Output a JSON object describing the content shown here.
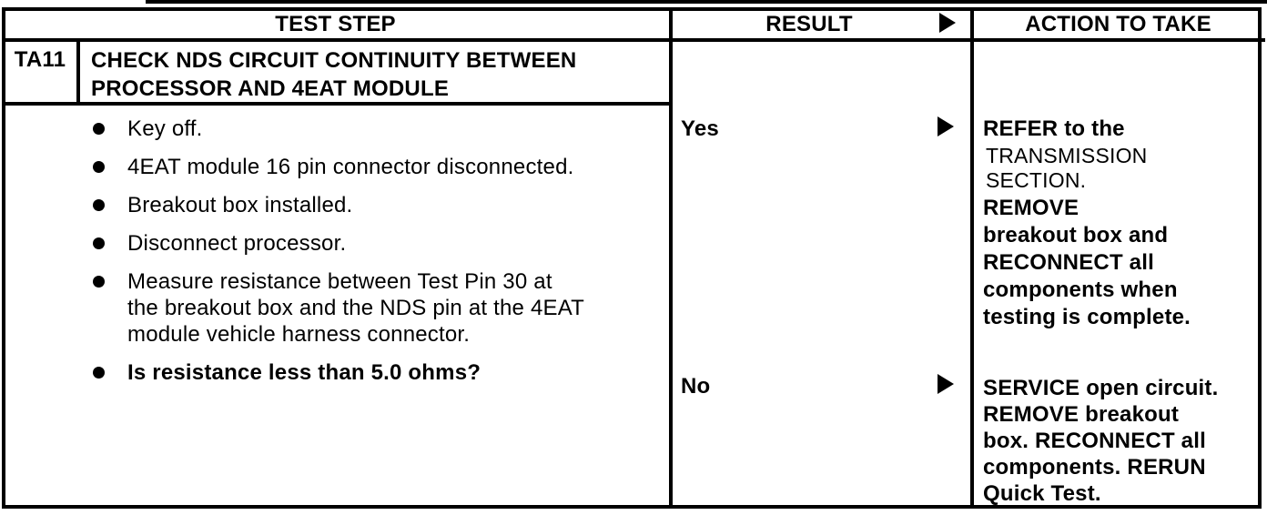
{
  "table": {
    "header": {
      "test_step": "TEST STEP",
      "result": "RESULT",
      "result_arrow_icon": "right-triangle",
      "action": "ACTION TO TAKE"
    },
    "step": {
      "id": "TA11",
      "title": "CHECK NDS CIRCUIT CONTINUITY BETWEEN\nPROCESSOR AND 4EAT MODULE",
      "bullets": [
        {
          "text": "Key off.",
          "bold": false
        },
        {
          "text": "4EAT module 16 pin connector disconnected.",
          "bold": false
        },
        {
          "text": "Breakout box installed.",
          "bold": false
        },
        {
          "text": "Disconnect processor.",
          "bold": false
        },
        {
          "text": "Measure resistance between Test Pin 30 at\nthe breakout box and the NDS pin at the 4EAT\nmodule vehicle harness connector.",
          "bold": false
        },
        {
          "text": "Is resistance less than 5.0 ohms?",
          "bold": true
        }
      ],
      "results": [
        {
          "label": "Yes",
          "arrow_icon": "right-triangle",
          "action_parts": [
            {
              "text": "REFER to the",
              "emphasis": "bold"
            },
            {
              "text": "TRANSMISSION\nSECTION.",
              "emphasis": "regular"
            },
            {
              "text": "REMOVE\nbreakout box and\nRECONNECT all\ncomponents when\ntesting is complete.",
              "emphasis": "bold"
            }
          ]
        },
        {
          "label": "No",
          "arrow_icon": "right-triangle",
          "action_parts": [
            {
              "text": "SERVICE open circuit.\nREMOVE breakout\nbox. RECONNECT all\ncomponents. RERUN\nQuick Test.",
              "emphasis": "bold"
            }
          ]
        }
      ]
    },
    "colors": {
      "ink": "#000000",
      "paper": "#ffffff"
    }
  }
}
